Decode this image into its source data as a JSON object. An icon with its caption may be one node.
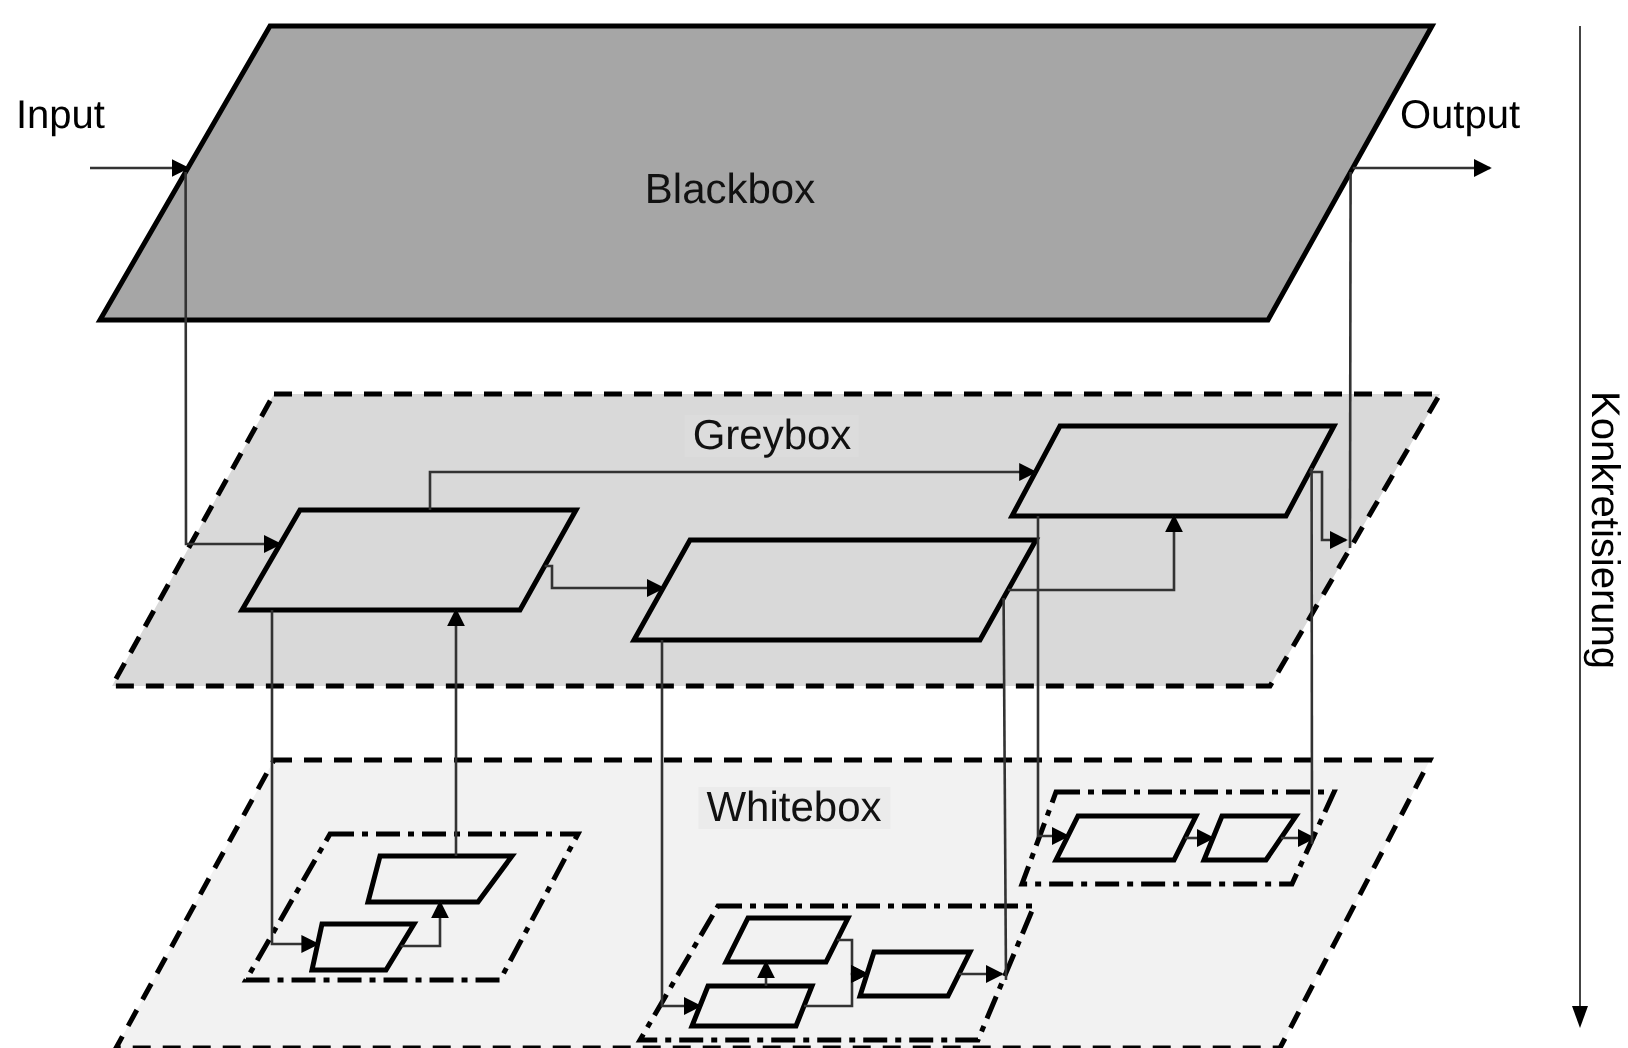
{
  "diagram": {
    "nodes": [
      {
        "text": [
          "Blackbox"
        ]
      },
      {
        "text": [
          "Input"
        ]
      },
      {
        "text": [
          "Output"
        ]
      },
      {
        "text": [
          "Greybox"
        ]
      },
      {
        "text": [],
        "shape": "parallelogram",
        "in": 3
      },
      {
        "text": [],
        "shape": "parallelogram",
        "in": 3
      },
      {
        "text": [],
        "shape": "parallelogram",
        "in": 3
      },
      {
        "text": [
          "Whitebox"
        ]
      },
      {
        "text": [],
        "shape": "parallelogram",
        "in": 7
      },
      {
        "text": [],
        "shape": "parallelogram",
        "in": 8
      },
      {
        "text": [],
        "shape": "parallelogram",
        "in": 8
      },
      {
        "text": [],
        "shape": "parallelogram",
        "in": 7
      },
      {
        "text": [],
        "shape": "parallelogram",
        "in": 11
      },
      {
        "text": [],
        "shape": "parallelogram",
        "in": 11
      },
      {
        "text": [],
        "shape": "parallelogram",
        "in": 11
      },
      {
        "text": [],
        "shape": "parallelogram",
        "in": 7
      },
      {
        "text": [],
        "shape": "parallelogram",
        "in": 15
      },
      {
        "text": [],
        "shape": "parallelogram",
        "in": 15
      }
    ],
    "edges": [
      {
        "from": 1,
        "to": 0,
        "arrow": "to"
      },
      {
        "from": 0,
        "to": 2,
        "arrow": "to"
      },
      {
        "from": 0,
        "to": 4,
        "arrow": "to"
      },
      {
        "from": 6,
        "to": null,
        "arrow": "to"
      },
      {
        "from": 0,
        "to": 3,
        "arrow": "none"
      },
      {
        "from": 4,
        "to": 6,
        "arrow": "to"
      },
      {
        "from": 4,
        "to": 5,
        "arrow": "to"
      },
      {
        "from": 5,
        "to": 6,
        "arrow": "to"
      },
      {
        "from": 4,
        "to": 10,
        "arrow": "to"
      },
      {
        "from": 10,
        "to": 9,
        "arrow": "to"
      },
      {
        "from": 9,
        "to": 4,
        "arrow": "to"
      },
      {
        "from": 5,
        "to": 13,
        "arrow": "to"
      },
      {
        "from": 13,
        "to": 12,
        "arrow": "to"
      },
      {
        "from": 12,
        "to": 14,
        "arrow": "to"
      },
      {
        "from": 13,
        "to": 14,
        "arrow": "to"
      },
      {
        "from": 14,
        "to": null,
        "arrow": "to"
      },
      {
        "from": 5,
        "to": 11,
        "arrow": "none"
      },
      {
        "from": 6,
        "to": 16,
        "arrow": "to"
      },
      {
        "from": 16,
        "to": 17,
        "arrow": "to"
      },
      {
        "from": 17,
        "to": 15,
        "arrow": "to"
      },
      {
        "from": 6,
        "to": 15,
        "arrow": "none"
      }
    ],
    "labels": [
      "Konkretisierung"
    ]
  }
}
